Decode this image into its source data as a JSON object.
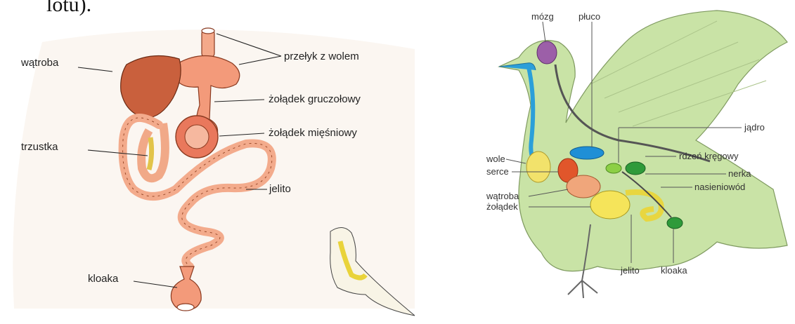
{
  "caption": "lotu).",
  "left_diagram": {
    "labels": {
      "watroba": "wątroba",
      "przelyk": "przełyk z wolem",
      "zoladek_gruczolowy": "żołądek gruczołowy",
      "zoladek_miesniowy": "żołądek mięśniowy",
      "trzustka": "trzustka",
      "jelito": "jelito",
      "kloaka": "kloaka"
    }
  },
  "right_diagram": {
    "labels": {
      "mozg": "mózg",
      "pluco": "płuco",
      "jadro": "jądro",
      "rdzen": "rdzeń kręgowy",
      "wole": "wole",
      "serce": "serce",
      "nerka": "nerka",
      "nasieniowod": "nasieniowód",
      "watroba": "wątroba",
      "zoladek": "żołądek",
      "jelito": "jelito",
      "kloaka": "kloaka"
    }
  }
}
